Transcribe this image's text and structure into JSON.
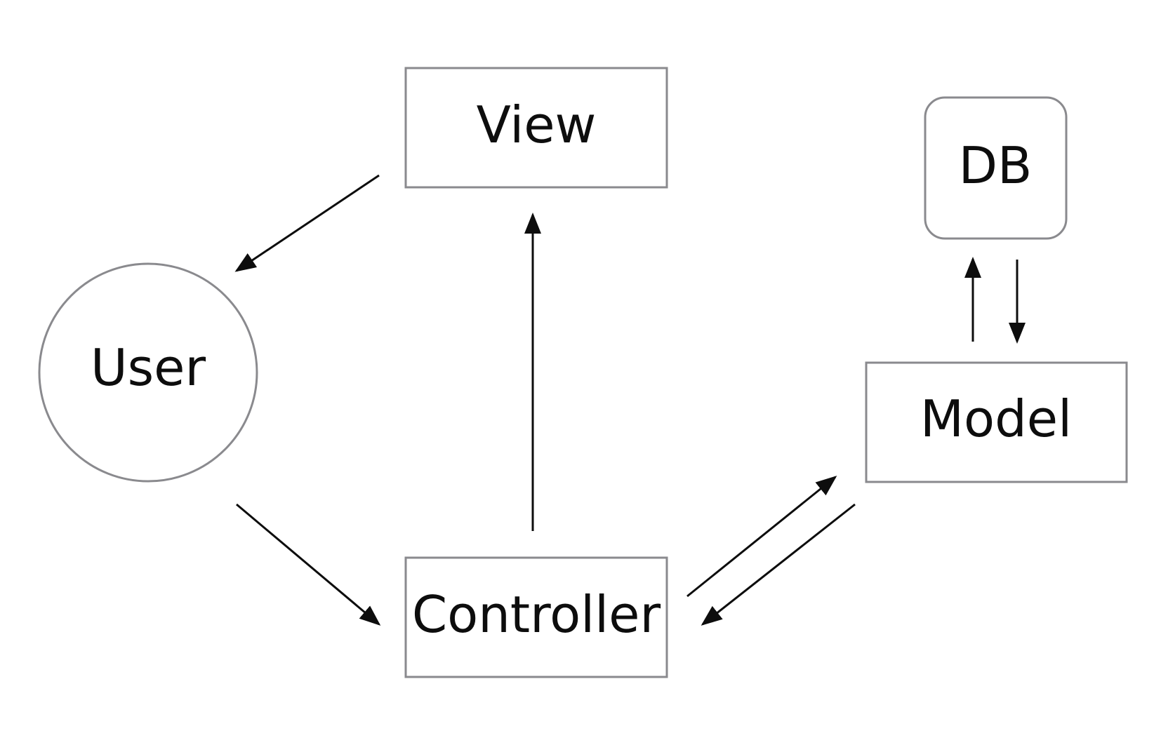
{
  "nodes": {
    "view": {
      "label": "View"
    },
    "user": {
      "label": "User"
    },
    "controller": {
      "label": "Controller"
    },
    "model": {
      "label": "Model"
    },
    "db": {
      "label": "DB"
    }
  },
  "colors": {
    "node_border": "#8a8a8e",
    "arrow": "#0d0d0d",
    "text": "#0d0d0d",
    "background": "#ffffff"
  },
  "edges": [
    {
      "from": "view",
      "to": "user"
    },
    {
      "from": "user",
      "to": "controller"
    },
    {
      "from": "controller",
      "to": "view"
    },
    {
      "from": "controller",
      "to": "model"
    },
    {
      "from": "model",
      "to": "controller"
    },
    {
      "from": "model",
      "to": "db"
    },
    {
      "from": "db",
      "to": "model"
    }
  ]
}
